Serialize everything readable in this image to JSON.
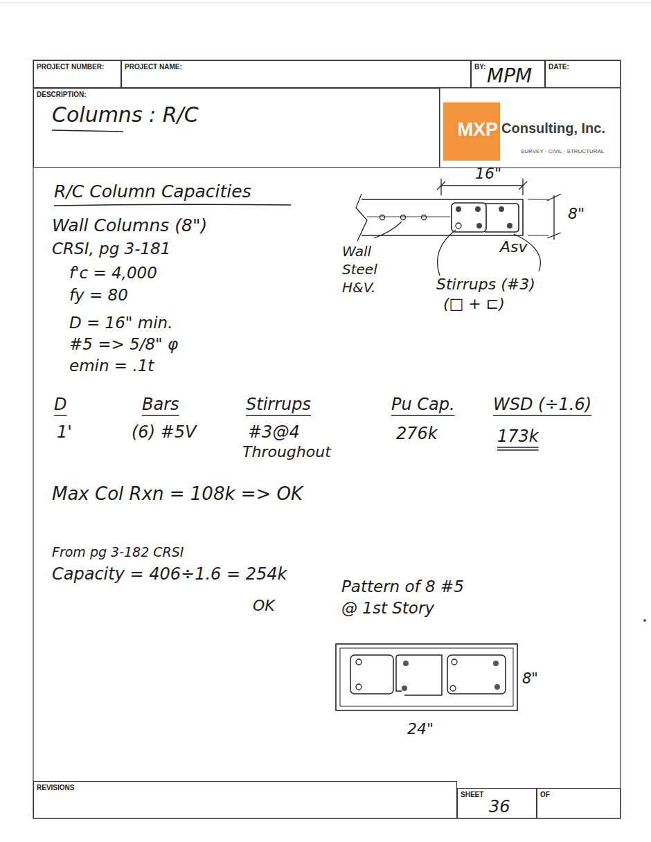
{
  "diagram": {
    "nodes": [
      {
        "text": [
          "PROJECT NUMBER:"
        ]
      },
      {
        "text": [
          "PROJECT NAME:"
        ]
      },
      {
        "text": [
          "BY:",
          "MPM"
        ]
      },
      {
        "text": [
          "DATE:"
        ]
      },
      {
        "text": [
          "DESCRIPTION:",
          "Columns : R/C"
        ]
      },
      {
        "text": [
          "MXP"
        ]
      },
      {
        "text": [
          "REVISIONS"
        ]
      },
      {
        "text": [
          "SHEET",
          "36"
        ]
      },
      {
        "text": [
          "OF"
        ]
      }
    ],
    "labels": [
      "Consulting, Inc.",
      "SURVEY · CIVIL · STRUCTURAL",
      "R/C Column Capacities",
      "Wall Columns (8\")",
      "CRSI, pg 3-181",
      "f'c = 4,000",
      "fy = 80",
      "D = 16\" min.",
      "#5 => 5/8\" φ",
      "emin = .1t",
      "16\"",
      "8\"",
      "Wall Steel H&V.",
      "Asv",
      "Stirrups (#3)",
      "(□ + ⊏)",
      "D",
      "Bars",
      "Stirrups",
      "Pu Cap.",
      "WSD (÷1.6)",
      "1'",
      "(6) #5V",
      "#3@4",
      "Throughout",
      "276k",
      "173k",
      "Max Col Rxn = 108k => OK",
      "From pg 3-182 CRSI",
      "Capacity = 406÷1.6 = 254k",
      "OK",
      "Pattern of 8 #5",
      "@ 1st Story",
      "8\"",
      "24\""
    ]
  }
}
